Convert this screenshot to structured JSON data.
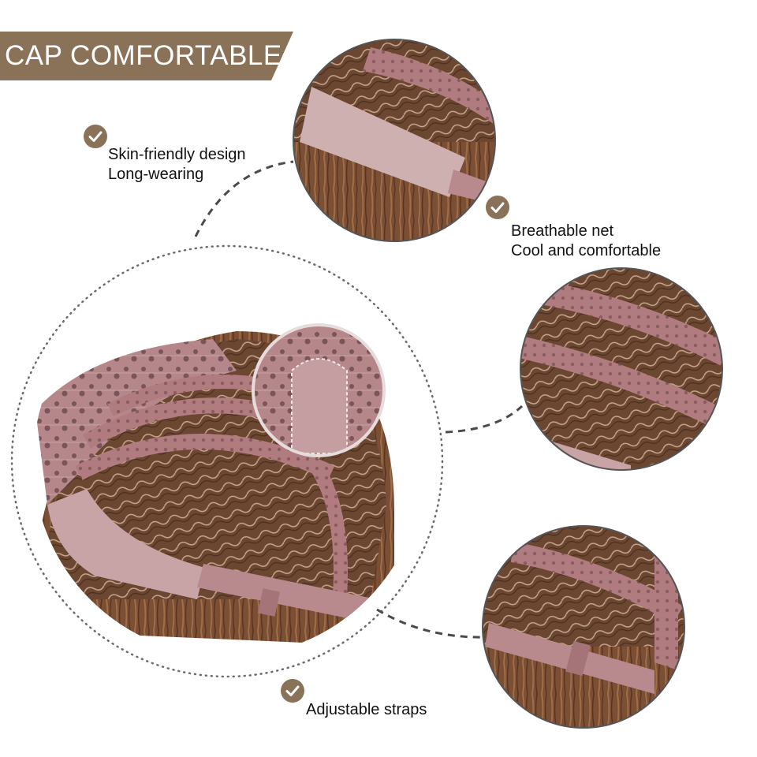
{
  "banner": {
    "title": "CAP COMFORTABLE"
  },
  "features": [
    {
      "id": "skin",
      "line1": "Skin-friendly design",
      "line2": "Long-wearing"
    },
    {
      "id": "net",
      "line1": "Breathable net",
      "line2": "Cool and comfortable"
    },
    {
      "id": "straps",
      "line1": "Adjustable straps",
      "line2": ""
    }
  ],
  "colors": {
    "banner": "#8a7258",
    "check": "#8a7258",
    "hair": "#6b4630",
    "lace": "#b5878a",
    "connector": "#4a4a4a"
  },
  "icons": [
    "checkmark-icon",
    "wig-cap-photo"
  ]
}
